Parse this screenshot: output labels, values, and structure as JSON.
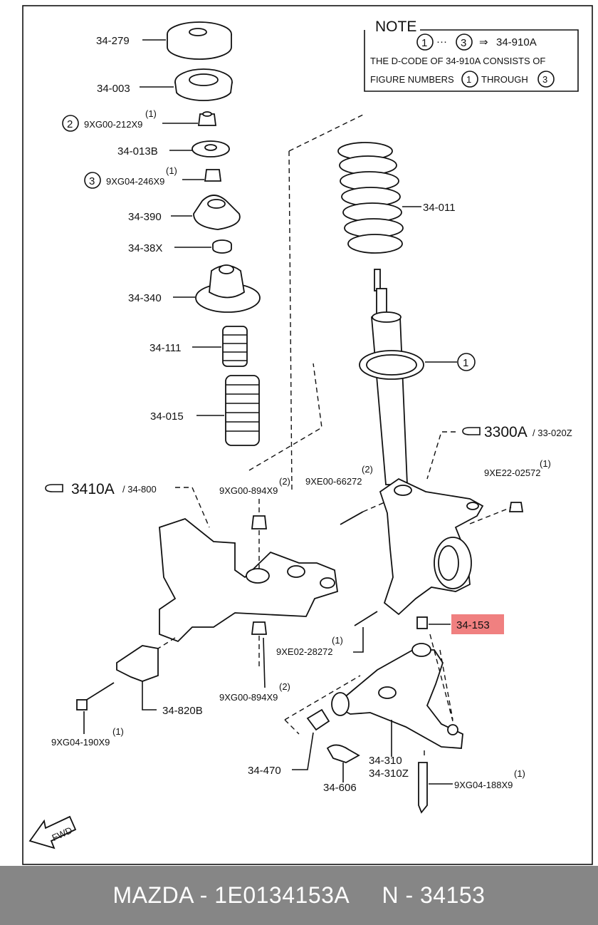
{
  "note": {
    "title": "NOTE",
    "circle_from": "1",
    "dots": "···",
    "circle_to": "3",
    "arrow": "⇒",
    "code": "34-910A",
    "line2": "THE D-CODE OF 34-910A CONSISTS OF",
    "line3_a": "FIGURE NUMBERS",
    "line3_b": "THROUGH",
    "line3_n1": "1",
    "line3_n2": "3"
  },
  "labels": {
    "p34_279": "34-279",
    "p34_003": "34-003",
    "p2_num": "2",
    "p9xg00_212": "9XG00-212X9",
    "p9xg00_212_q": "(1)",
    "p34_013b": "34-013B",
    "p3_num": "3",
    "p9xg04_246": "9XG04-246X9",
    "p9xg04_246_q": "(1)",
    "p34_390": "34-390",
    "p34_38x": "34-38X",
    "p34_340": "34-340",
    "p34_111": "34-111",
    "p34_015": "34-015",
    "p34_011": "34-011",
    "p1_num": "1",
    "p3300a": "3300A",
    "p3300a_sub": "/ 33-020Z",
    "p9xe22": "9XE22-02572",
    "p9xe22_q": "(1)",
    "p9xe00": "9XE00-66272",
    "p9xe00_q": "(2)",
    "p3410a": "3410A",
    "p3410a_sub": "/ 34-800",
    "p9xg00_894_top": "9XG00-894X9",
    "p9xg00_894_top_q": "(2)",
    "p34_153": "34-153",
    "p9xe02": "9XE02-28272",
    "p9xe02_q": "(1)",
    "p9xg00_894_bot": "9XG00-894X9",
    "p9xg00_894_bot_q": "(2)",
    "p34_820b": "34-820B",
    "p9xg04_190": "9XG04-190X9",
    "p9xg04_190_q": "(1)",
    "p34_470": "34-470",
    "p34_310": "34-310",
    "p34_310z": "34-310Z",
    "p34_606": "34-606",
    "p9xg04_188": "9XG04-188X9",
    "p9xg04_188_q": "(1)",
    "fwd": "FWD"
  },
  "highlight_color": "#f08080",
  "footer": {
    "text": "MAZDA - 1E0134153A     N - 34153",
    "background": "#868686"
  }
}
